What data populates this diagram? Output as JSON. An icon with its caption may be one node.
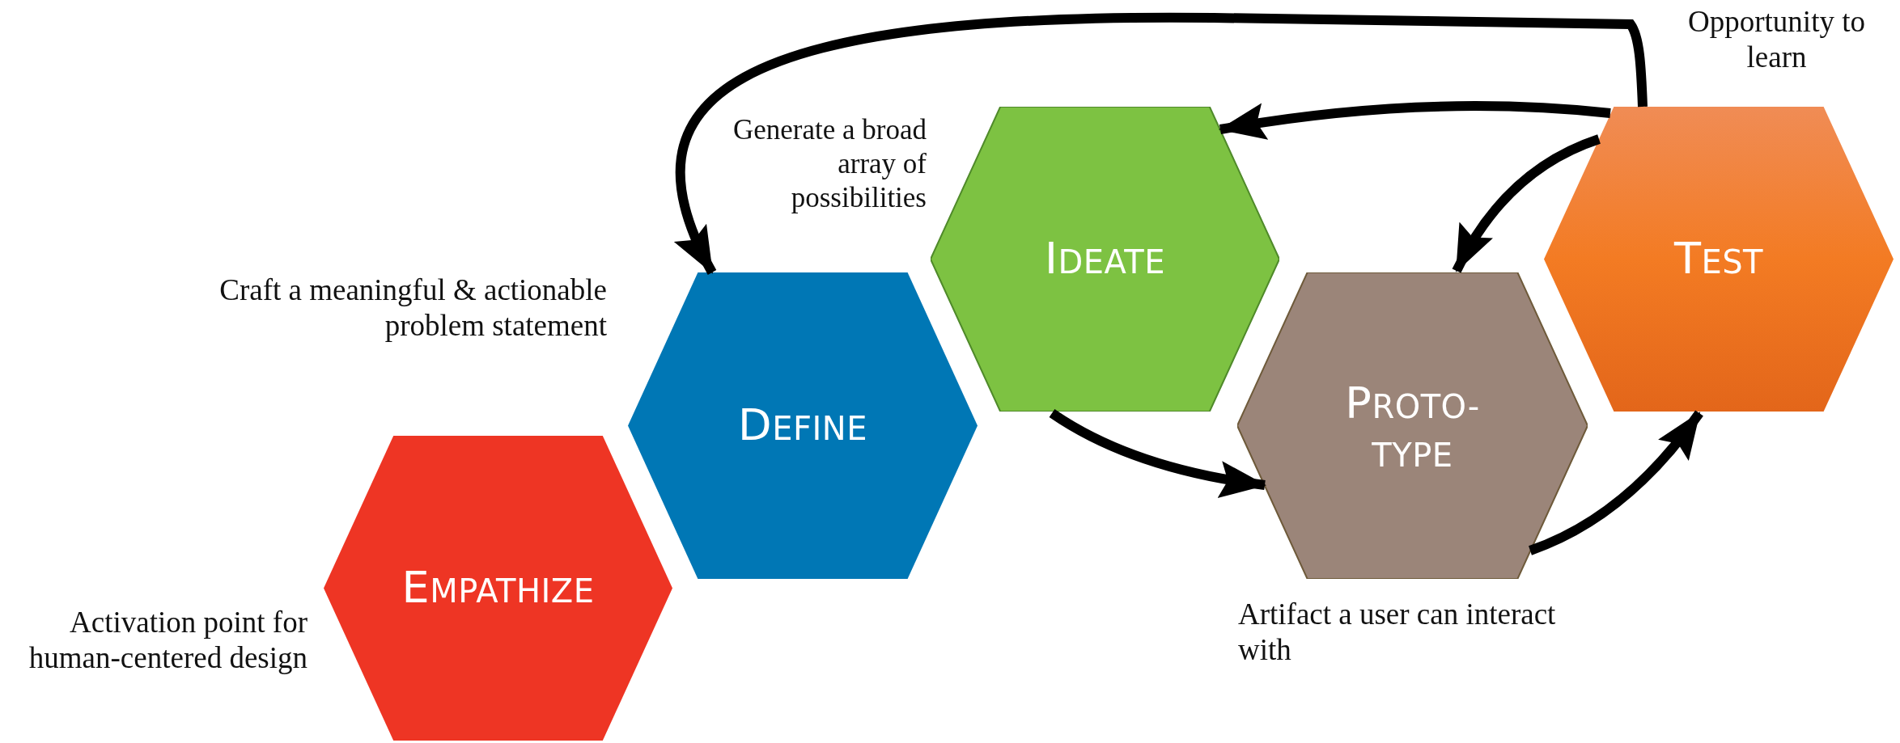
{
  "diagram": {
    "nodes": [
      {
        "text": [
          "EMPATHIZE"
        ],
        "beside": [
          "Activation point for human-centered design"
        ]
      },
      {
        "text": [
          "DEFINE"
        ],
        "beside": [
          "Craft a meaningful & actionable problem statement"
        ]
      },
      {
        "text": [
          "IDEATE"
        ],
        "beside": [
          "Generate a broad array of possibilities"
        ]
      },
      {
        "text": [
          "PROTO- TYPE"
        ],
        "beside": [
          "Artifact a user can interact with"
        ]
      },
      {
        "text": [
          "TEST"
        ],
        "beside": [
          "Opportunity to learn"
        ]
      }
    ],
    "edges": [
      {
        "from": 2,
        "to": 3,
        "arrow": "to"
      },
      {
        "from": 3,
        "to": 4,
        "arrow": "to"
      },
      {
        "from": 4,
        "to": 2,
        "arrow": "to"
      },
      {
        "from": 4,
        "to": 3,
        "arrow": "to"
      },
      {
        "from": 4,
        "to": 1,
        "arrow": "to"
      }
    ]
  }
}
